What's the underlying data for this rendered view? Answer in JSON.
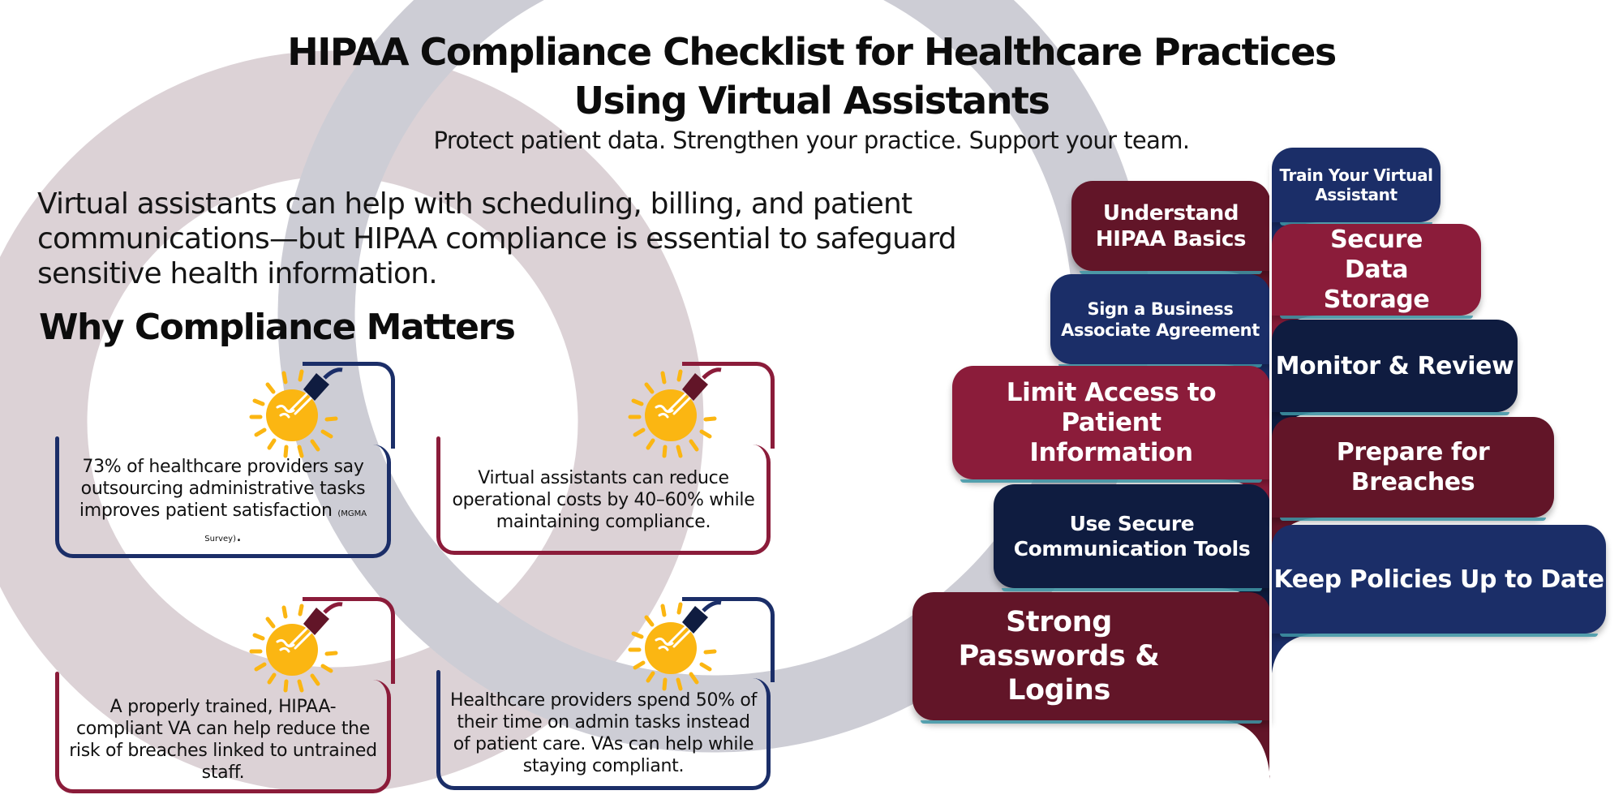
{
  "header": {
    "title_line1": "HIPAA Compliance Checklist for Healthcare Practices",
    "title_line2": "Using Virtual Assistants",
    "subtitle": "Protect patient data. Strengthen your practice. Support your team."
  },
  "intro": {
    "text": "Virtual assistants can help with scheduling, billing, and patient communications—but HIPAA compliance is essential to safeguard sensitive health information."
  },
  "why_section": {
    "heading": "Why Compliance Matters",
    "cards": [
      {
        "text": "73% of healthcare providers say outsourcing administrative tasks improves patient satisfaction",
        "source": "(MGMA Survey)",
        "end": ".",
        "accent": "#1b2e68",
        "icon": "lightbulb-icon"
      },
      {
        "text": "Virtual assistants can reduce operational costs by 40–60% while maintaining compliance.",
        "accent": "#8b1c3a",
        "icon": "lightbulb-icon"
      },
      {
        "text": "A properly trained, HIPAA-compliant VA can help reduce the risk of breaches linked to untrained staff.",
        "accent": "#8b1c3a",
        "icon": "lightbulb-icon"
      },
      {
        "text": "Healthcare providers spend 50% of their time on admin tasks instead of patient care. VAs can help while staying compliant.",
        "accent": "#1b2e68",
        "icon": "lightbulb-icon"
      }
    ]
  },
  "checklist": {
    "left": [
      {
        "label": "Understand HIPAA Basics",
        "color": "#621528"
      },
      {
        "label": "Sign a Business Associate Agreement",
        "color": "#1b2e68"
      },
      {
        "label": "Limit Access to Patient Information",
        "color": "#8b1c3a"
      },
      {
        "label": "Use Secure Communication Tools",
        "color": "#0f1c40"
      },
      {
        "label": "Strong Passwords & Logins",
        "color": "#621528"
      }
    ],
    "right": [
      {
        "label": "Train Your Virtual Assistant",
        "color": "#1b2e68"
      },
      {
        "label": "Secure Data Storage",
        "color": "#8b1c3a"
      },
      {
        "label": "Monitor & Review",
        "color": "#0f1c40"
      },
      {
        "label": "Prepare for Breaches",
        "color": "#621528"
      },
      {
        "label": "Keep Policies Up to Date",
        "color": "#1b2e68"
      }
    ]
  },
  "colors": {
    "navy": "#1b2e68",
    "dark_navy": "#0f1c40",
    "maroon": "#8b1c3a",
    "dark_maroon": "#621528",
    "bulb_yellow": "#fbb612",
    "teal_accent": "#3f98a8"
  }
}
